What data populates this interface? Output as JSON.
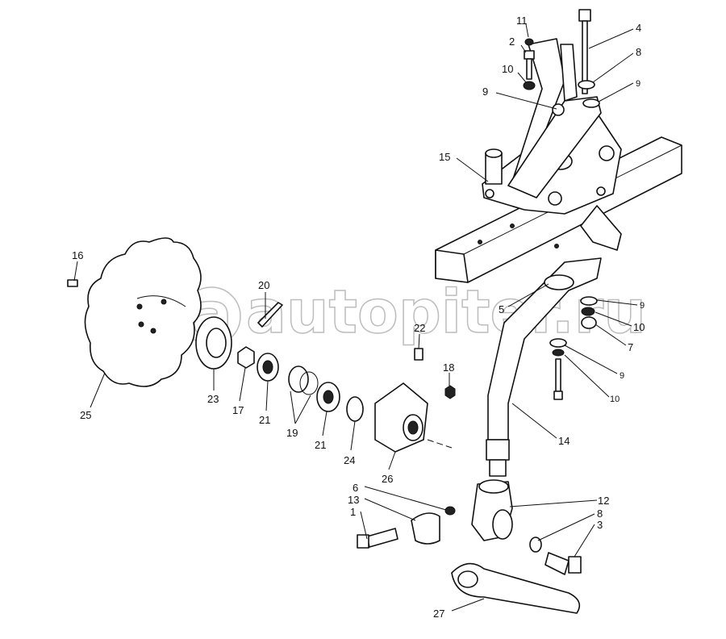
{
  "diagram": {
    "type": "exploded-parts-view",
    "watermark": {
      "text": "autopiter.ru",
      "logo_letter": "a"
    },
    "callouts": [
      "11",
      "2",
      "10",
      "4",
      "8",
      "9",
      "9",
      "15",
      "16",
      "20",
      "5",
      "9",
      "10",
      "7",
      "22",
      "18",
      "9",
      "10",
      "25",
      "23",
      "17",
      "21",
      "19",
      "21",
      "24",
      "26",
      "14",
      "6",
      "13",
      "1",
      "12",
      "8",
      "3",
      "27"
    ]
  }
}
